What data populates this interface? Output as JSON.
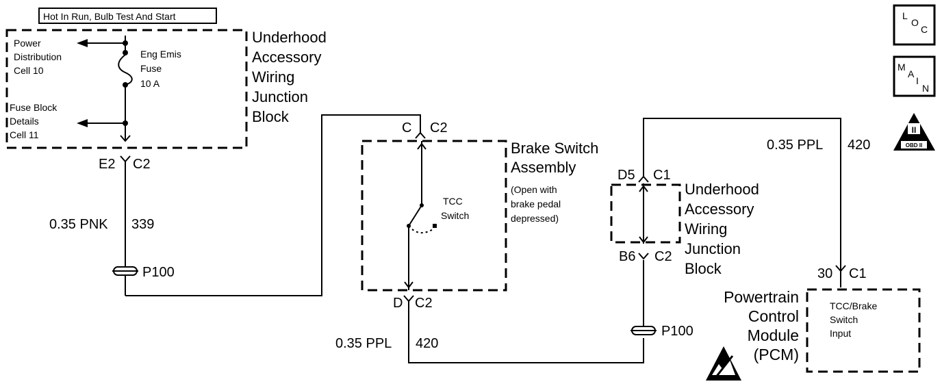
{
  "header": {
    "power_label": "Hot In Run, Bulb Test And Start"
  },
  "icons": {
    "loc": [
      "L",
      "O",
      "C"
    ],
    "main": [
      "M",
      "A",
      "I",
      "N"
    ],
    "obd": {
      "numeral": "II",
      "label": "OBD II"
    }
  },
  "junction_block_top": {
    "name_lines": [
      "Underhood",
      "Accessory",
      "Wiring",
      "Junction",
      "Block"
    ],
    "power_ref": [
      "Power",
      "Distribution",
      "Cell 10"
    ],
    "fuse_block_ref": [
      "Fuse Block",
      "Details",
      "Cell 11"
    ],
    "fuse": [
      "Eng Emis",
      "Fuse",
      "10   A"
    ],
    "connector": {
      "pin": "E2",
      "conn": "C2"
    }
  },
  "wire_pnk": {
    "label": "0.35 PNK",
    "circuit": "339"
  },
  "splice_left": "P100",
  "brake_switch": {
    "name_lines": [
      "Brake Switch",
      "Assembly"
    ],
    "note_lines": [
      "(Open with",
      "brake pedal",
      "depressed)"
    ],
    "switch_lines": [
      "TCC",
      "Switch"
    ],
    "top_connector": {
      "pin": "C",
      "conn": "C2"
    },
    "bottom_connector": {
      "pin": "D",
      "conn": "C2"
    }
  },
  "wire_ppl_bottom": {
    "label": "0.35 PPL",
    "circuit": "420"
  },
  "splice_right": "P100",
  "junction_block_right": {
    "name_lines": [
      "Underhood",
      "Accessory",
      "Wiring",
      "Junction",
      "Block"
    ],
    "top_connector": {
      "pin": "D5",
      "conn": "C1"
    },
    "bottom_connector": {
      "pin": "B6",
      "conn": "C2"
    }
  },
  "wire_ppl_top": {
    "label": "0.35 PPL",
    "circuit": "420"
  },
  "pcm": {
    "name_lines": [
      "Powertrain",
      "Control",
      "Module",
      "(PCM)"
    ],
    "input_lines": [
      "TCC/Brake",
      "Switch",
      "Input"
    ],
    "connector": {
      "pin": "30",
      "conn": "C1"
    }
  }
}
